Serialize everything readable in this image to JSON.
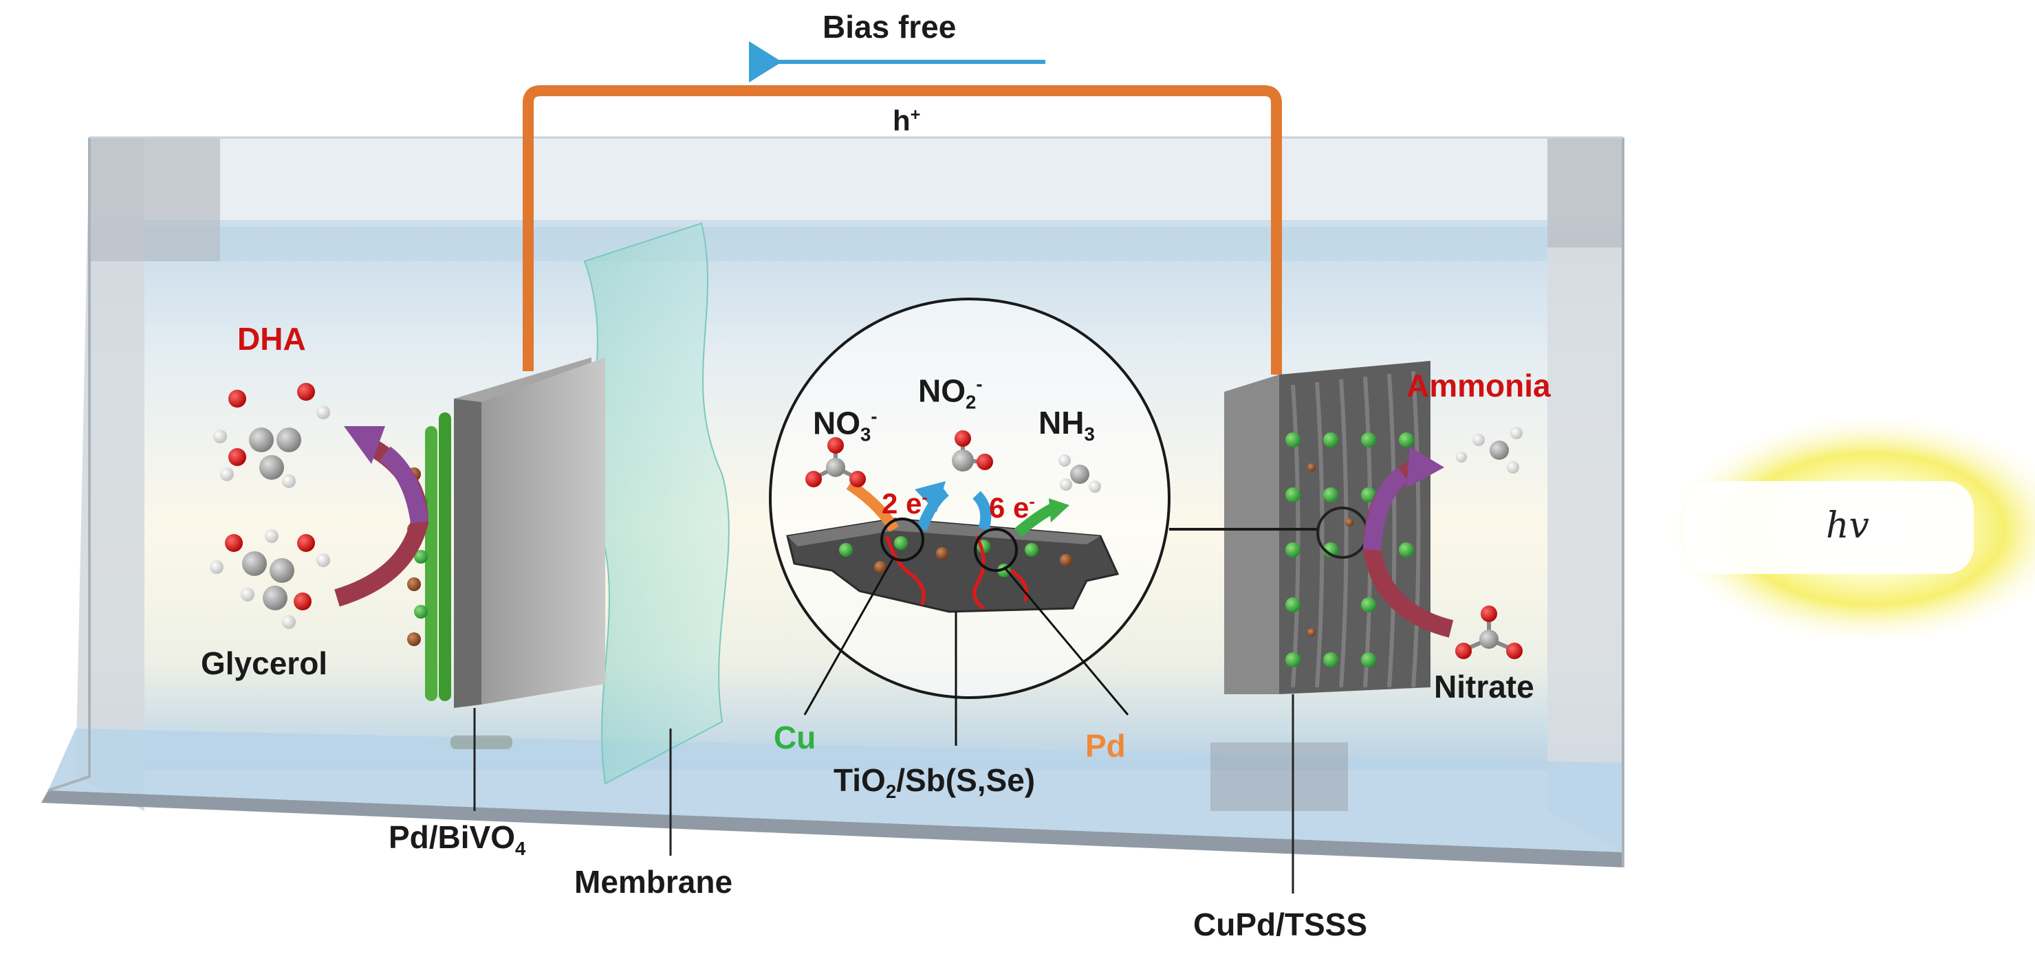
{
  "labels": {
    "bias_free": "Bias free",
    "h_plus": "h",
    "h_plus_sup": "+",
    "dha": "DHA",
    "glycerol": "Glycerol",
    "ammonia": "Ammonia",
    "nitrate": "Nitrate",
    "no3": "NO",
    "no3_sub": "3",
    "no3_sup": "-",
    "no2": "NO",
    "no2_sub": "2",
    "no2_sup": "-",
    "nh3": "NH",
    "nh3_sub": "3",
    "two_e": "2 e",
    "two_e_sup": "-",
    "six_e": "6 e",
    "six_e_sup": "-",
    "cu": "Cu",
    "pd": "Pd",
    "tio2": "TiO",
    "tio2_sub": "2",
    "tio2_rest": "/Sb(S,Se)",
    "anode": "Pd/BiVO",
    "anode_sub": "4",
    "membrane": "Membrane",
    "cathode": "CuPd/TSSS",
    "hv": "hv"
  },
  "colors": {
    "wire": "#e07830",
    "arrow_blue": "#3aa0d8",
    "product_red": "#d01010",
    "cu_green": "#2fb043",
    "pd_orange": "#f0883a",
    "purple_arrow": "#8a4a9a",
    "maroon_arrow": "#9c3a4c"
  }
}
